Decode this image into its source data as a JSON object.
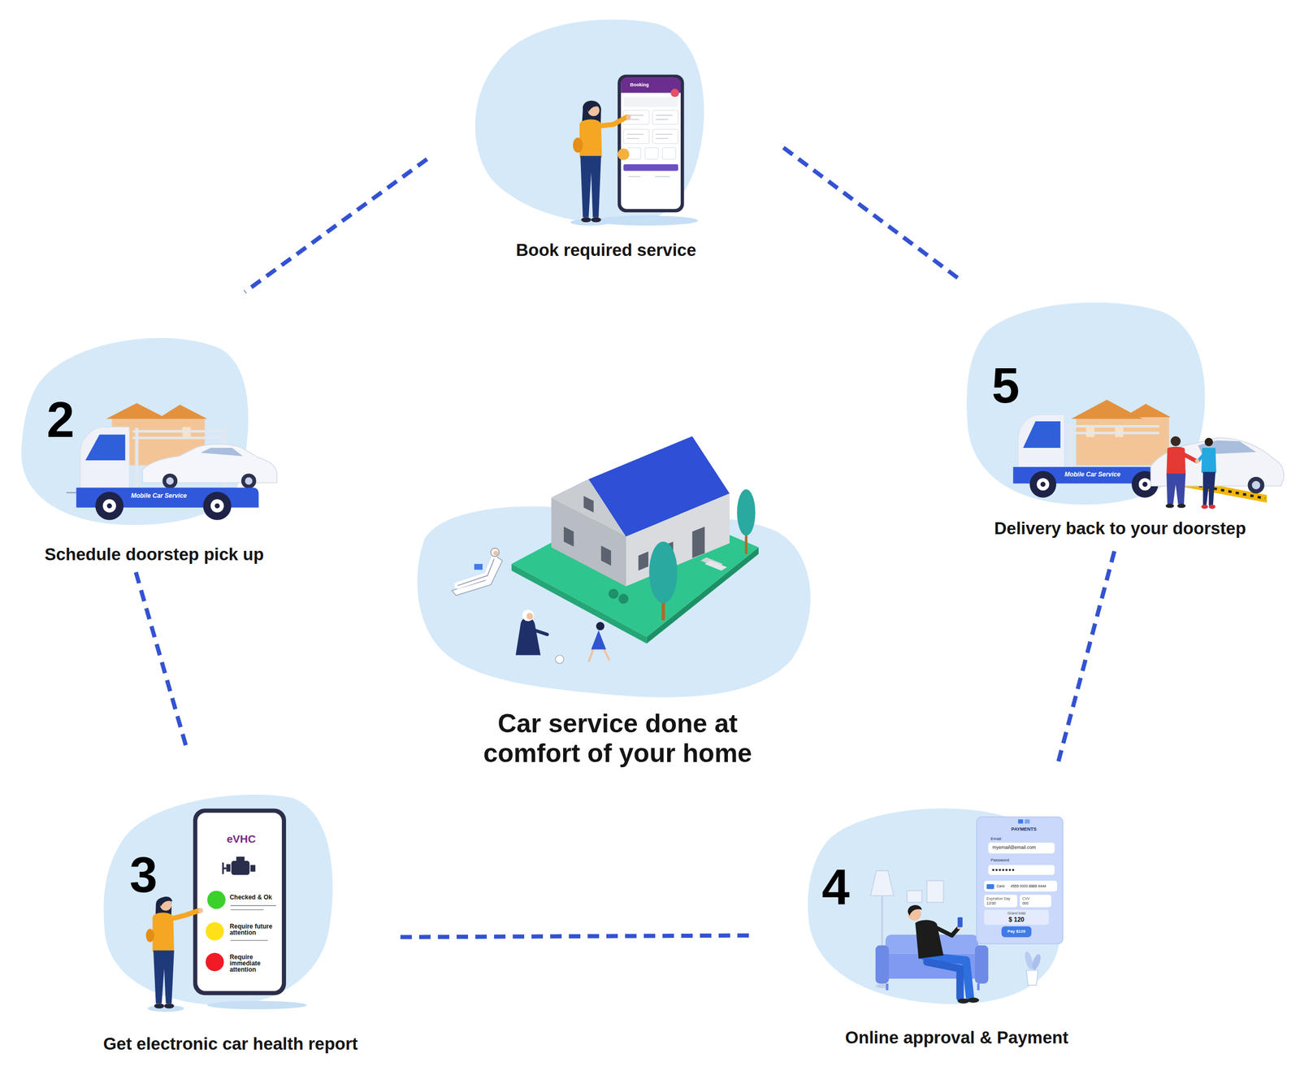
{
  "diagram": {
    "nodes": [
      {
        "text": [
          "Book required service"
        ]
      },
      {
        "text": [
          "2",
          "Schedule doorstep pick up"
        ]
      },
      {
        "text": [
          "5",
          "Delivery back to your doorstep"
        ]
      },
      {
        "text": [
          "Car service done at comfort of your home"
        ]
      },
      {
        "text": [
          "3",
          "Get electronic car health report"
        ]
      },
      {
        "text": [
          "4",
          "Online approval & Payment"
        ]
      }
    ],
    "edges": [
      {
        "from": 0,
        "to": 1,
        "arrow": "none"
      },
      {
        "from": 1,
        "to": 4,
        "arrow": "none"
      },
      {
        "from": 4,
        "to": 5,
        "arrow": "none"
      },
      {
        "from": 5,
        "to": 2,
        "arrow": "none"
      },
      {
        "from": 2,
        "to": 0,
        "arrow": "none"
      }
    ],
    "labels": [
      "Booking",
      "Mobile Car Service",
      "eVHC",
      "Checked & Ok",
      "Require future attention",
      "Require immediate attention",
      "Mobile Car Service",
      "PAYMENTS",
      "Email",
      "myemail@email.com",
      "Password",
      "Card",
      "4555 0000 8888 4444",
      "Expiration Day",
      "12/30",
      "CVV",
      "000",
      "Grand total",
      "$ 120",
      "Pay $120"
    ]
  }
}
